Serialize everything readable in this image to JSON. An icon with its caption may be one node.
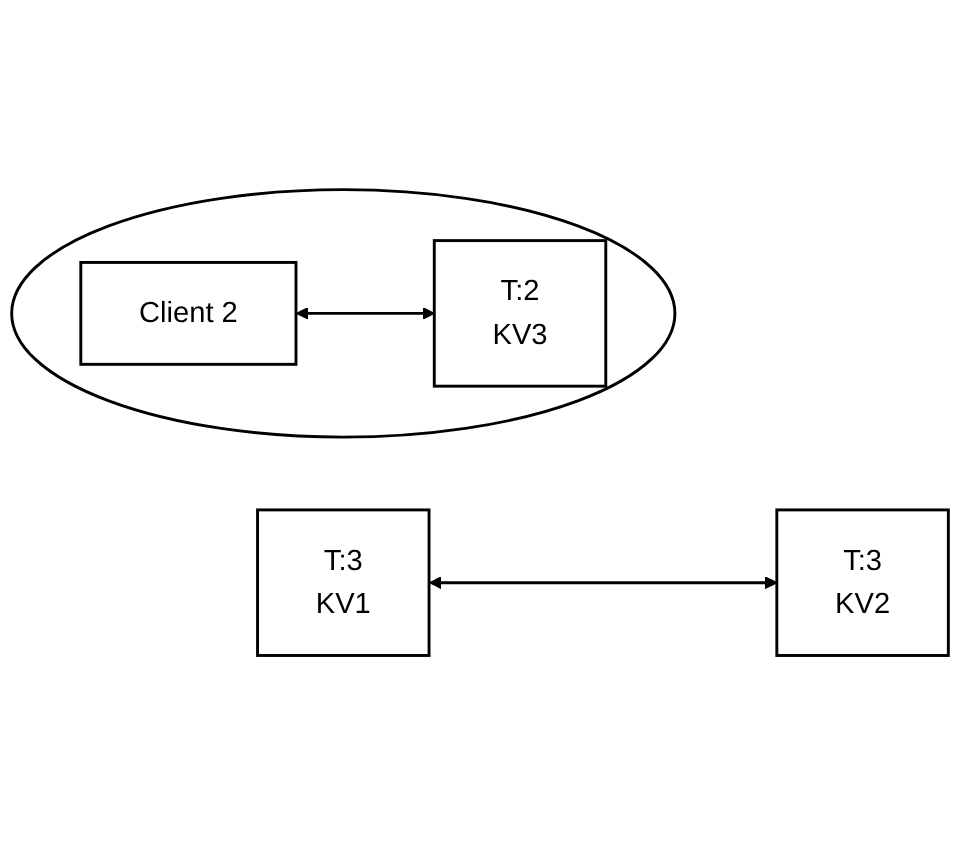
{
  "diagram": {
    "nodes": [
      {
        "text": [
          "T:3",
          "KV1"
        ]
      },
      {
        "text": [
          "T:3",
          "KV2"
        ]
      },
      {
        "text": [],
        "shape": "ellipse"
      },
      {
        "text": [
          "Client 2"
        ],
        "in": 2
      },
      {
        "text": [
          "T:2",
          "KV3"
        ],
        "in": 2
      }
    ],
    "edges": [
      {
        "from": 0,
        "to": 1,
        "arrow": "both"
      },
      {
        "from": 3,
        "to": 4,
        "arrow": "both"
      }
    ]
  }
}
